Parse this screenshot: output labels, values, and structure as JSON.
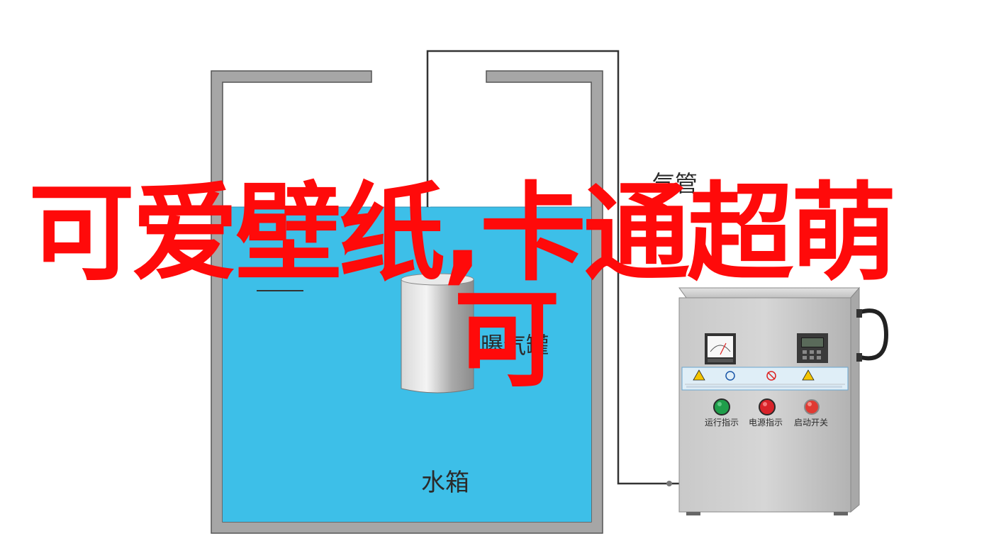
{
  "labels": {
    "gas_pipe": "气管",
    "aeration_tank": "曝气罐",
    "water_tank": "水箱",
    "run_indicator": "运行指示",
    "power_indicator": "电源指示",
    "start_switch": "启动开关"
  },
  "overlay": {
    "line1": "可爱壁纸,卡通超萌",
    "line2": "可"
  },
  "colors": {
    "water": "#3dbfe8",
    "tank_wall": "#9a9a9a",
    "pipe": "#333333",
    "cabinet": "#bdbdbd",
    "overlay_text": "#ff0a0a",
    "button_green": "#1f9e4a",
    "button_red": "#d8232a"
  }
}
